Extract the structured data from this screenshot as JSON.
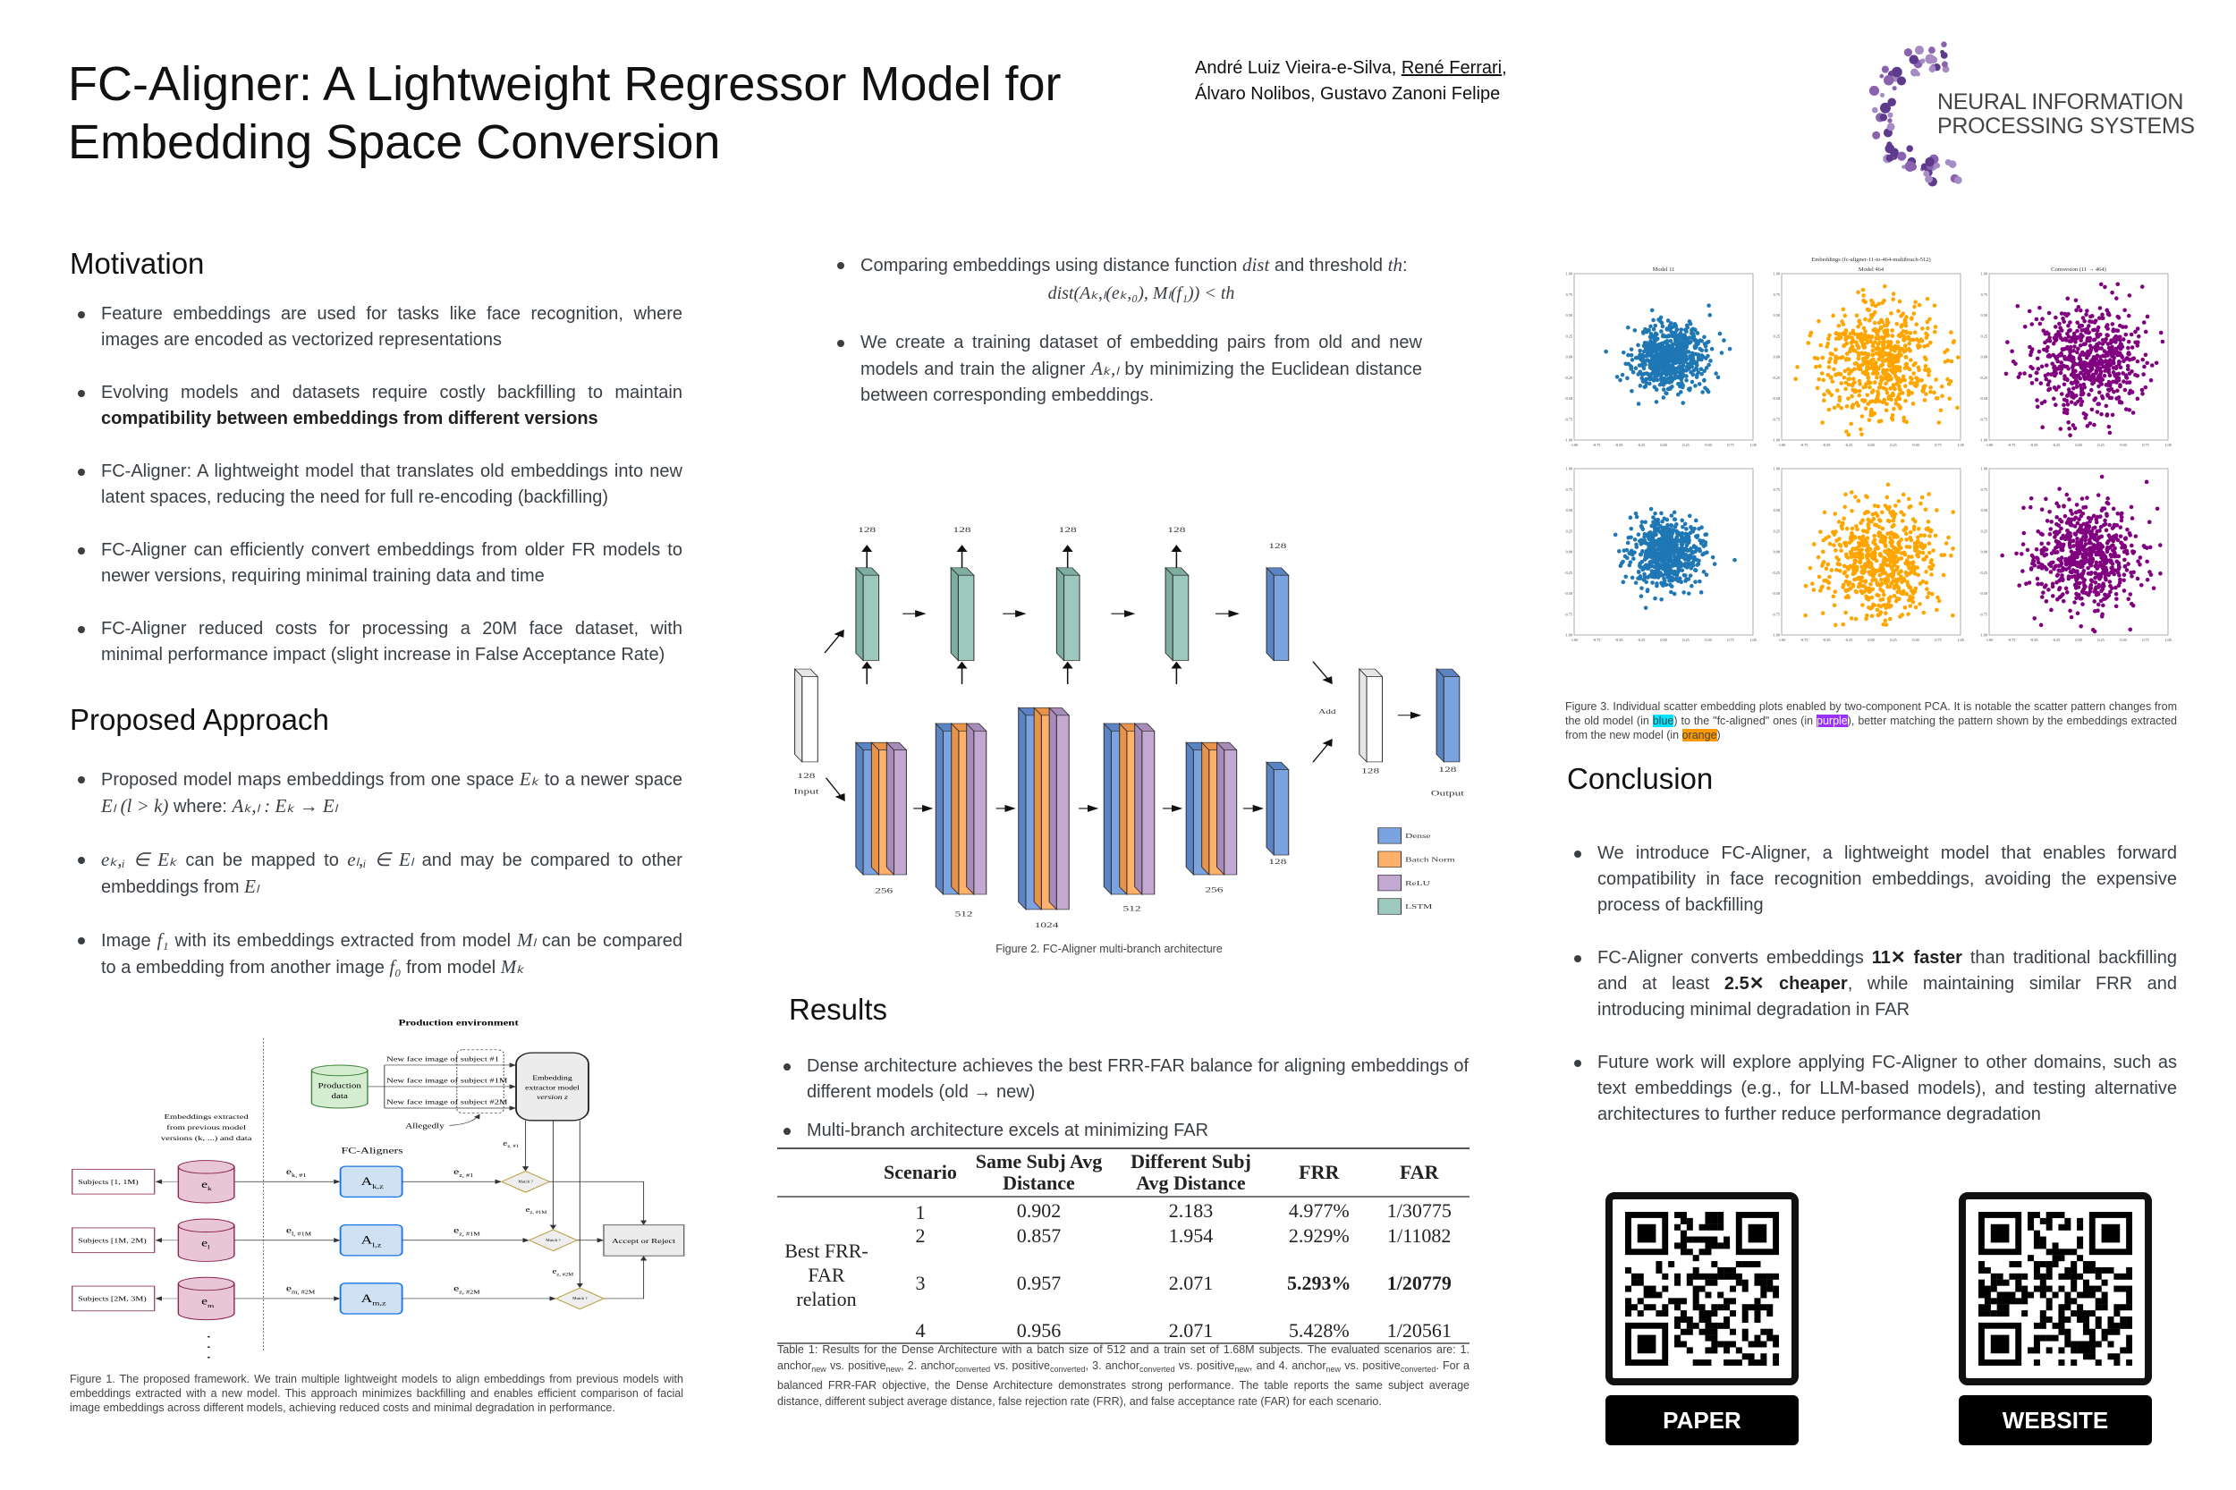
{
  "header": {
    "title_line1": "FC-Aligner: A Lightweight Regressor Model for",
    "title_line2": "Embedding Space Conversion",
    "authors": [
      "André Luiz Vieira-e-Silva, ",
      "René Ferrari",
      ",",
      "Álvaro Nolibos, Gustavo Zanoni Felipe"
    ],
    "logo_line1": "NEURAL INFORMATION",
    "logo_line2": "PROCESSING SYSTEMS"
  },
  "motivation": {
    "heading": "Motivation",
    "bullets": [
      [
        {
          "t": "Feature embeddings are used for tasks like face recognition, where images are encoded as vectorized representations"
        }
      ],
      [
        {
          "t": "Evolving models and datasets require costly backfilling to maintain "
        },
        {
          "t": "compatibility between embeddings from different versions",
          "s": "b"
        }
      ],
      [
        {
          "t": "FC-Aligner: A lightweight model that translates old embeddings into new latent spaces, reducing the need for full re-encoding (backfilling)"
        }
      ],
      [
        {
          "t": "FC-Aligner can efficiently convert embeddings from older FR models to newer versions, requiring minimal training data and time"
        }
      ],
      [
        {
          "t": "FC-Aligner reduced costs for processing a 20M face dataset, with minimal performance impact (slight increase in False Acceptance Rate)"
        }
      ]
    ]
  },
  "approach": {
    "heading": "Proposed Approach",
    "bullets": [
      [
        {
          "t": "Proposed model maps embeddings from one space "
        },
        {
          "t": "Eₖ",
          "s": "m"
        },
        {
          "t": " to a newer space "
        },
        {
          "t": "Eₗ (l > k)",
          "s": "m"
        },
        {
          "t": " where: "
        },
        {
          "t": "Aₖ,ₗ : Eₖ → Eₗ",
          "s": "m"
        }
      ],
      [
        {
          "t": "eₖ,ᵢ ∈ Eₖ",
          "s": "m"
        },
        {
          "t": "  can be mapped to  "
        },
        {
          "t": "eₗ,ᵢ ∈ Eₗ",
          "s": "m"
        },
        {
          "t": " and may be compared to other embeddings from "
        },
        {
          "t": "Eₗ",
          "s": "m"
        }
      ],
      [
        {
          "t": "Image "
        },
        {
          "t": "f₁",
          "s": "m"
        },
        {
          "t": " with its embeddings extracted from model "
        },
        {
          "t": "Mₗ",
          "s": "m"
        },
        {
          "t": " can be compared to a embedding from another image "
        },
        {
          "t": "f₀",
          "s": "m"
        },
        {
          "t": " from model "
        },
        {
          "t": "Mₖ",
          "s": "m"
        }
      ]
    ]
  },
  "figure1": {
    "production_env": "Production environment",
    "production_data": [
      "Production",
      "data"
    ],
    "new_face": [
      "New face image of subject #1",
      "New face image of subject #1M",
      "New face image of subject #2M"
    ],
    "allegedly": "Allegedly",
    "extractor": [
      "Embedding",
      "extractor model",
      "version z"
    ],
    "prev_embeddings": [
      "Embeddings extracted",
      "from previous model",
      "versions (k, ...) and data"
    ],
    "fc_aligners": "FC-Aligners",
    "rows": [
      {
        "subjects": "Subjects [1, 1M)",
        "db": "e",
        "db_sub": "k",
        "in": "e",
        "in_sub": "k, #1",
        "aligner": "A",
        "aligner_sub": "k,z",
        "out": "e",
        "out_sub": "z, #1",
        "ez": "e",
        "ez_sub": "z, #1"
      },
      {
        "subjects": "Subjects [1M, 2M)",
        "db": "e",
        "db_sub": "l",
        "in": "e",
        "in_sub": "l, #1M",
        "aligner": "A",
        "aligner_sub": "l,z",
        "out": "e",
        "out_sub": "z, #1M",
        "ez": "e",
        "ez_sub": "z, #1M"
      },
      {
        "subjects": "Subjects [2M, 3M)",
        "db": "e",
        "db_sub": "m",
        "in": "e",
        "in_sub": "m, #2M",
        "aligner": "A",
        "aligner_sub": "m,z",
        "out": "e",
        "out_sub": "z, #2M",
        "ez": "e",
        "ez_sub": "z, #2M"
      }
    ],
    "match": "Match ?",
    "accept_reject": "Accept or Reject",
    "caption": "Figure 1. The proposed framework. We train multiple lightweight models to align embeddings from previous models with embeddings extracted with a new model. This approach minimizes backfilling and enables efficient comparison of facial image embeddings across different models, achieving reduced costs and minimal degradation in performance."
  },
  "method": {
    "bullets": [
      [
        {
          "t": "Comparing embeddings using distance function "
        },
        {
          "t": "dist",
          "s": "i"
        },
        {
          "t": " and threshold "
        },
        {
          "t": "th",
          "s": "i"
        },
        {
          "t": ":"
        }
      ],
      [
        {
          "t": "We create a training dataset of embedding pairs from old and new models and train the aligner "
        },
        {
          "t": "Aₖ,ₗ",
          "s": "m"
        },
        {
          "t": " by minimizing the Euclidean distance between corresponding embeddings."
        }
      ]
    ],
    "formula": "dist(Aₖ,ₗ(eₖ,₀), Mₗ(f₁)) < th"
  },
  "figure2": {
    "top_labels": [
      "128",
      "128",
      "128",
      "128",
      "128"
    ],
    "bottom_labels": [
      "256",
      "512",
      "1024",
      "512",
      "256",
      "128"
    ],
    "input_size": "128",
    "input_label": "Input",
    "add_label": "Add",
    "sum_size": "128",
    "output_size": "128",
    "output_label": "Output",
    "legend": [
      {
        "label": "Dense",
        "color": "#7ba3e0"
      },
      {
        "label": "Batch Norm",
        "color": "#ffb06b"
      },
      {
        "label": "ReLU",
        "color": "#c3a8d1"
      },
      {
        "label": "LSTM",
        "color": "#9cc8bd"
      }
    ],
    "caption": "Figure 2. FC-Aligner multi-branch architecture"
  },
  "results": {
    "heading": "Results",
    "bullets": [
      [
        {
          "t": "Dense architecture achieves the best FRR-FAR balance for aligning embeddings of different models (old → new)"
        }
      ],
      [
        {
          "t": "Multi-branch architecture excels at minimizing FAR"
        }
      ]
    ],
    "table": {
      "headers": [
        "",
        "Scenario",
        "Same Subj Avg Distance",
        "Different Subj Avg Distance",
        "FRR",
        "FAR"
      ],
      "group_label": "Best FRR-FAR relation",
      "rows": [
        [
          "1",
          "0.902",
          "2.183",
          "4.977%",
          "1/30775"
        ],
        [
          "2",
          "0.857",
          "1.954",
          "2.929%",
          "1/11082"
        ],
        [
          "3",
          "0.957",
          "2.071",
          "5.293%",
          "1/20779"
        ],
        [
          "4",
          "0.956",
          "2.071",
          "5.428%",
          "1/20561"
        ]
      ]
    },
    "caption": [
      {
        "t": "Table 1: Results for the Dense Architecture with a batch size of 512 and a train set of 1.68M subjects. The evaluated scenarios are: 1. anchor"
      },
      {
        "t": "new",
        "s": "sub"
      },
      {
        "t": " vs. positive"
      },
      {
        "t": "new",
        "s": "sub"
      },
      {
        "t": ", 2. anchor"
      },
      {
        "t": "converted",
        "s": "sub"
      },
      {
        "t": " vs. positive"
      },
      {
        "t": "converted",
        "s": "sub"
      },
      {
        "t": ", 3. anchor"
      },
      {
        "t": "converted",
        "s": "sub"
      },
      {
        "t": " vs. positive"
      },
      {
        "t": "new",
        "s": "sub"
      },
      {
        "t": ", and 4. anchor"
      },
      {
        "t": "new",
        "s": "sub"
      },
      {
        "t": " vs. positive"
      },
      {
        "t": "converted",
        "s": "sub"
      },
      {
        "t": ". For a balanced FRR-FAR objective, the Dense Architecture demonstrates strong performance. The table reports the same subject average distance, different subject average distance, false rejection rate (FRR), and false acceptance rate (FAR) for each scenario."
      }
    ]
  },
  "chart_data": {
    "type": "scatter",
    "title": "Embeddings (fc-aligner-11-to-464-multibrach-512)",
    "xlim": [
      -1,
      1
    ],
    "ylim": [
      -1,
      1
    ],
    "ticks": [
      "-1.00",
      "-0.75",
      "-0.50",
      "-0.25",
      "0.00",
      "0.25",
      "0.50",
      "0.75",
      "1.00"
    ],
    "panels": [
      {
        "title": "Model 11",
        "color": "#1f77b4",
        "center": [
          0.05,
          0.0
        ],
        "spread": 0.2
      },
      {
        "title": "Model 464",
        "color": "#ffa500",
        "center": [
          0.1,
          -0.05
        ],
        "spread": 0.33
      },
      {
        "title": "Conversion (11 → 464)",
        "color": "#800080",
        "center": [
          0.1,
          -0.05
        ],
        "spread": 0.32
      },
      {
        "title": "",
        "color": "#1f77b4",
        "center": [
          0.05,
          -0.02
        ],
        "spread": 0.2
      },
      {
        "title": "",
        "color": "#ffa500",
        "center": [
          0.1,
          -0.1
        ],
        "spread": 0.33
      },
      {
        "title": "",
        "color": "#800080",
        "center": [
          0.1,
          -0.05
        ],
        "spread": 0.32
      }
    ]
  },
  "figure3": {
    "caption": [
      {
        "t": "Figure 3. Individual scatter embedding plots enabled by two-component PCA. It is notable the scatter pattern changes from the old model (in "
      },
      {
        "t": "blue",
        "s": "hl-blue"
      },
      {
        "t": ") to the \"fc-aligned\" ones (in "
      },
      {
        "t": "purple",
        "s": "hl-purple"
      },
      {
        "t": "), better matching the pattern shown by the embeddings extracted from the new model (in "
      },
      {
        "t": "orange",
        "s": "hl-orange"
      },
      {
        "t": ")"
      }
    ]
  },
  "conclusion": {
    "heading": "Conclusion",
    "bullets": [
      [
        {
          "t": "We introduce FC-Aligner, a lightweight model that enables forward compatibility in face recognition embeddings, avoiding the expensive process of backfilling"
        }
      ],
      [
        {
          "t": "FC-Aligner converts embeddings "
        },
        {
          "t": "11✕ faster",
          "s": "b"
        },
        {
          "t": " than traditional backfilling and at least "
        },
        {
          "t": "2.5✕ cheaper",
          "s": "b"
        },
        {
          "t": ", while maintaining similar FRR and introducing minimal degradation in FAR"
        }
      ],
      [
        {
          "t": "Future work will explore applying FC-Aligner to other domains, such as text embeddings (e.g., for LLM-based models), and testing alternative architectures to further reduce performance degradation"
        }
      ]
    ]
  },
  "links": {
    "paper_label": "PAPER",
    "website_label": "WEBSITE"
  }
}
